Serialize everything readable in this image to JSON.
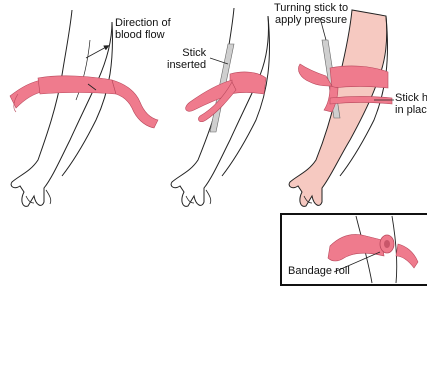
{
  "labels": {
    "direction_line1": "Direction of",
    "direction_line2": "blood flow",
    "stick_inserted_line1": "Stick",
    "stick_inserted_line2": "inserted",
    "turning_line1": "Turning stick to",
    "turning_line2": "apply pressure",
    "stick_held_line1": "Stick h",
    "stick_held_line2": "in plac",
    "bandage_roll": "Bandage roll"
  },
  "colors": {
    "bandage": "#ef7b8d",
    "bandage_dark": "#c9566a",
    "skin_shaded": "#f6c9c1",
    "outline": "#222222",
    "stick": "#cfcfcf"
  }
}
